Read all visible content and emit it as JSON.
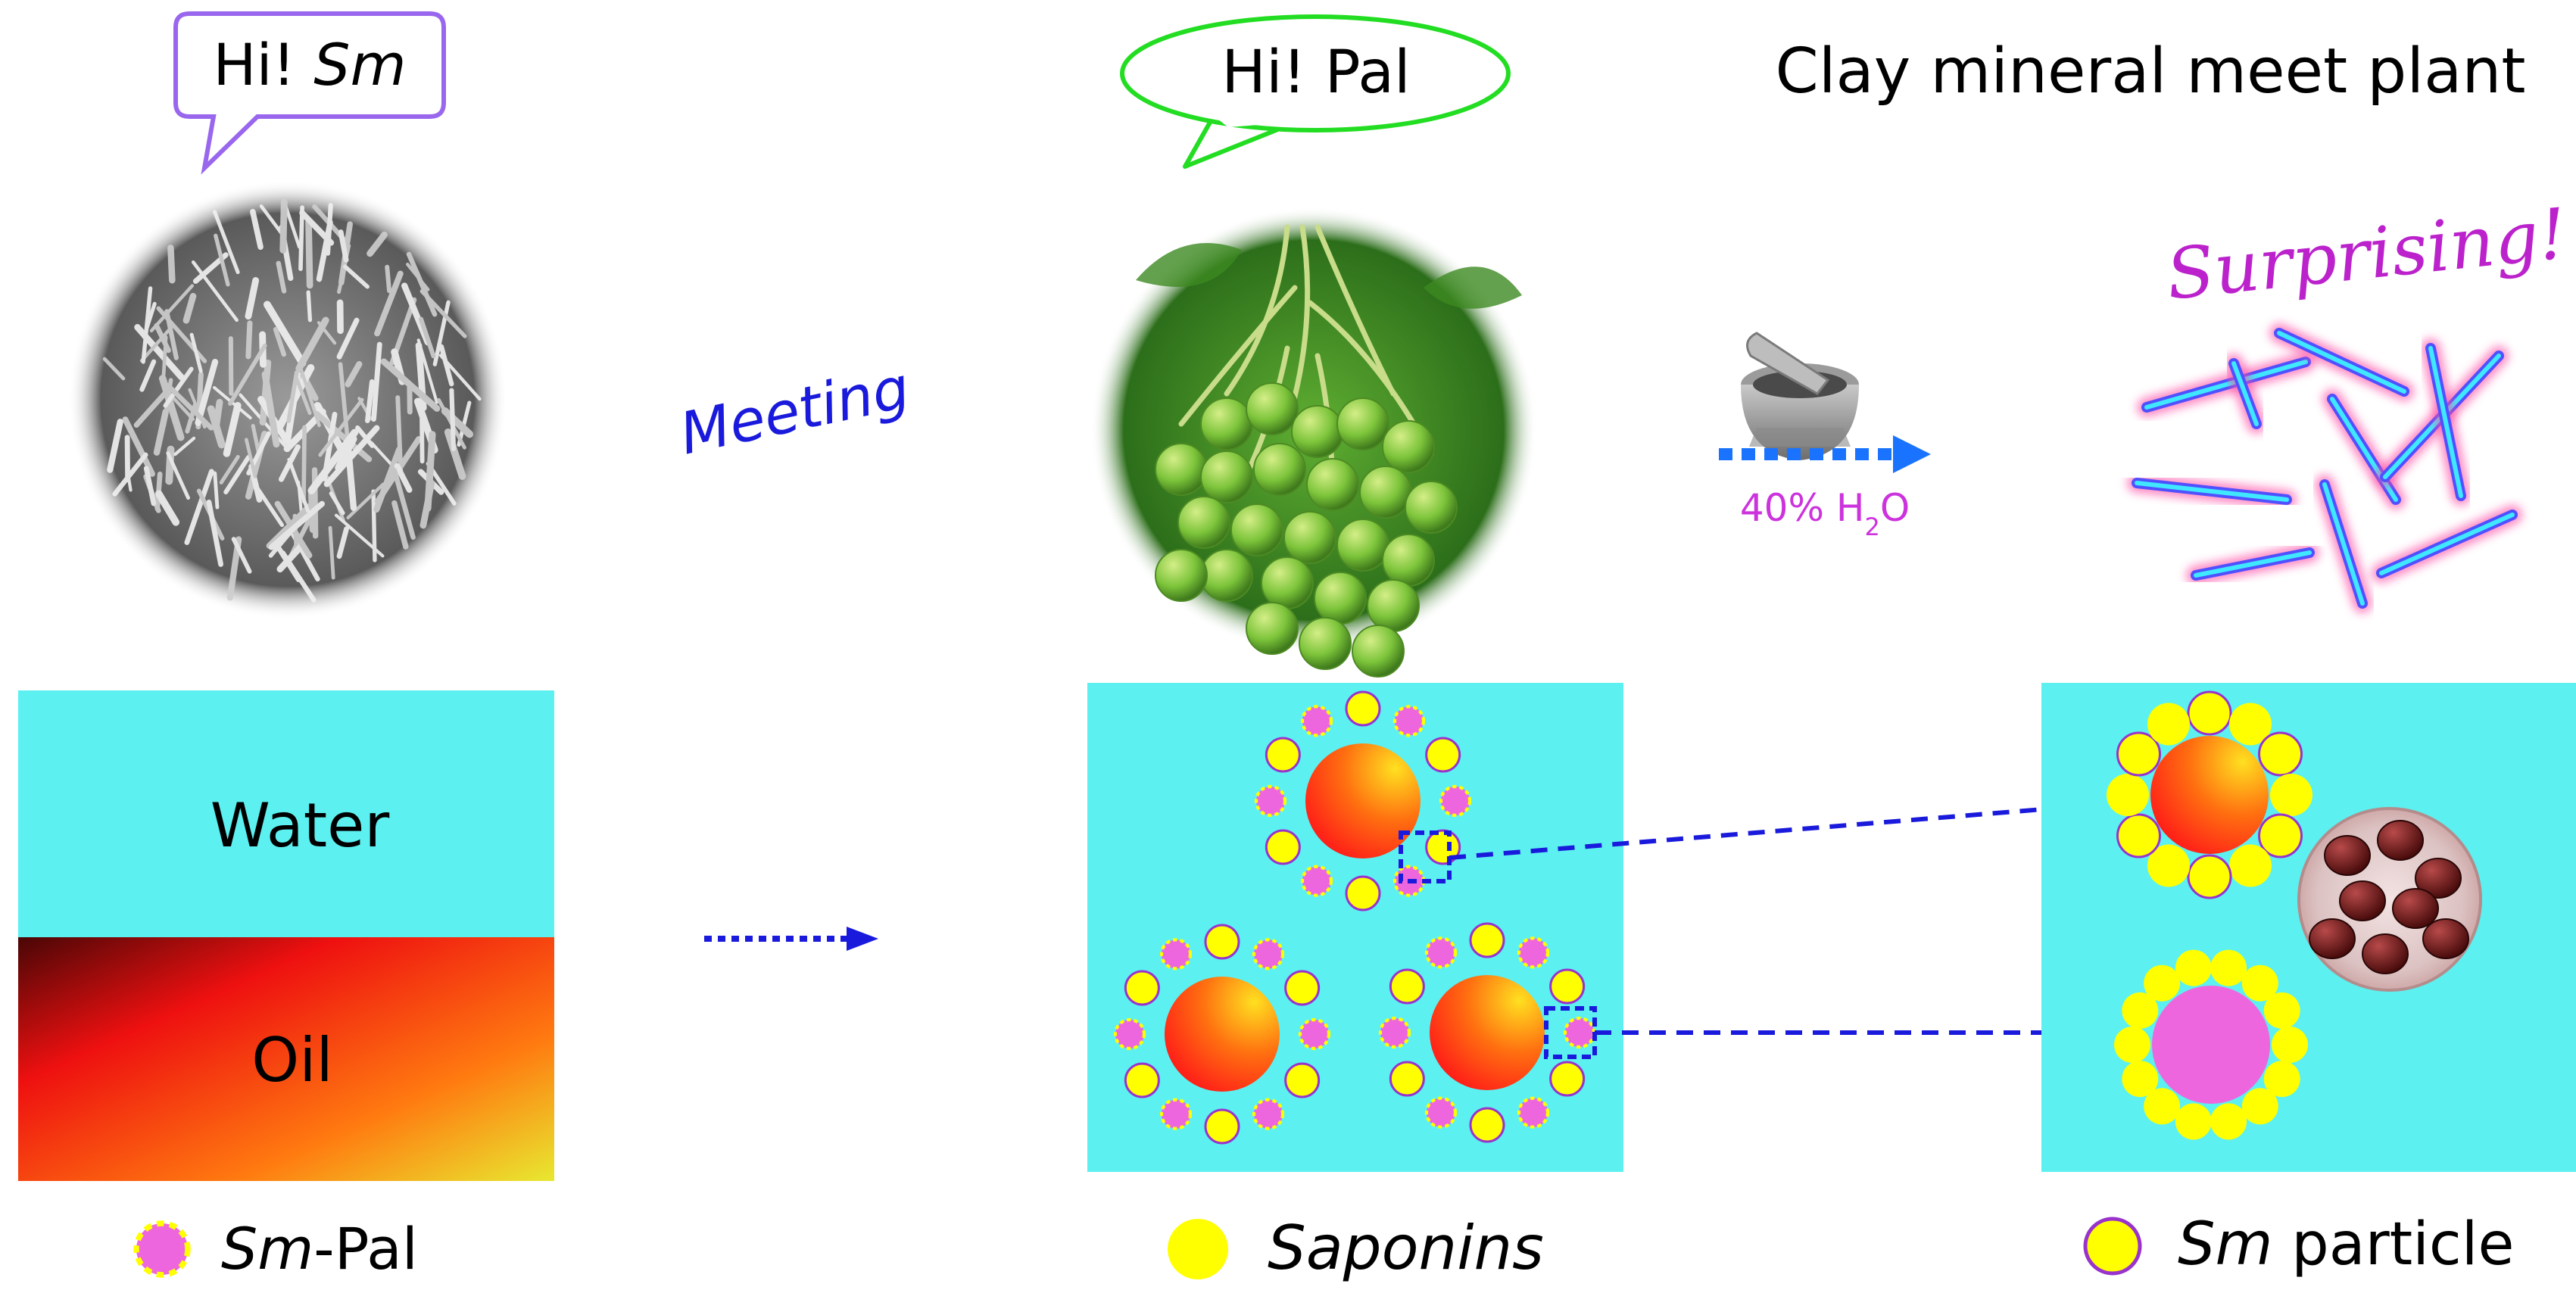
{
  "sm_bubble": {
    "greeting": "Hi! ",
    "name": "Sm"
  },
  "pal_bubble": {
    "text": "Hi! Pal"
  },
  "headline": "Clay mineral meet plant",
  "meeting_label": "Meeting",
  "surprise_label": "Surprising!",
  "grinding": {
    "amount": "40% H",
    "subscript": "2",
    "suffix": "O"
  },
  "phase_box": {
    "water_label": "Water",
    "oil_label": "Oil"
  },
  "legend": {
    "sm_pal_italic": "Sm",
    "sm_pal_rest": "-Pal",
    "saponins": "Saponins",
    "sm_particle_italic": "Sm",
    "sm_particle_rest": " particle"
  },
  "colors": {
    "water": "#5cf0f0",
    "bubble_purple": "#9966ee",
    "bubble_green": "#22dd22",
    "arrow_blue": "#1a1adc",
    "arrow_bright": "#1a73ff",
    "saponin_yellow": "#ffff00",
    "sm_pink": "#ee66dd",
    "sm_ring": "#9933cc",
    "accent_purple": "#cc33dd"
  }
}
